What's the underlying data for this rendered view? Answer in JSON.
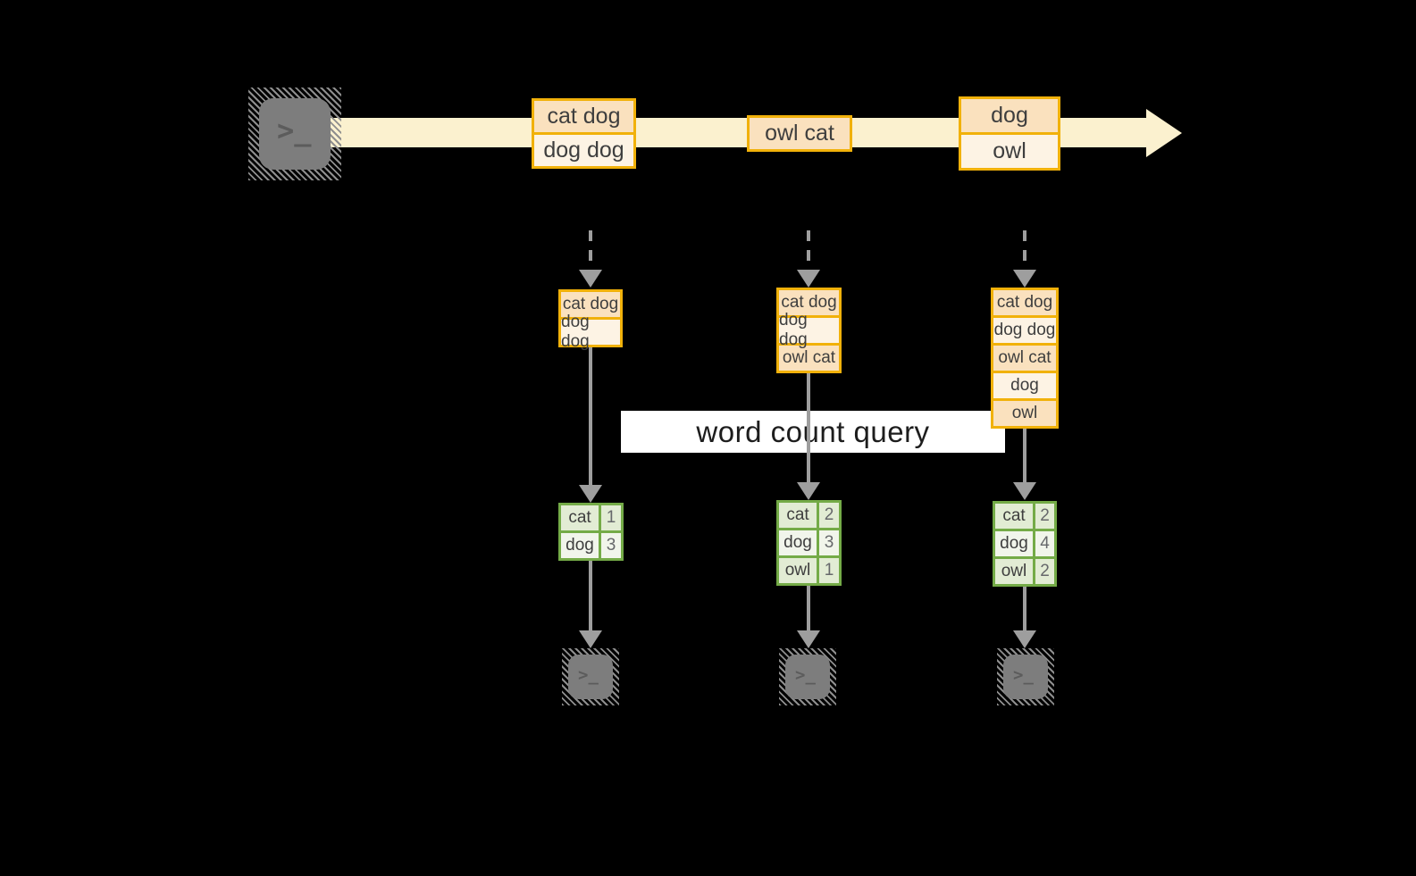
{
  "label": "word count query",
  "terminal": {
    "glyph": ">_"
  },
  "stream": {
    "batches": [
      {
        "items": [
          "cat dog",
          "dog dog"
        ]
      },
      {
        "items": [
          "owl cat"
        ]
      },
      {
        "items": [
          "dog",
          "owl"
        ]
      }
    ]
  },
  "states": [
    {
      "items": [
        "cat dog",
        "dog dog"
      ]
    },
    {
      "items": [
        "cat dog",
        "dog dog",
        "owl cat"
      ]
    },
    {
      "items": [
        "cat dog",
        "dog dog",
        "owl cat",
        "dog",
        "owl"
      ]
    }
  ],
  "results": [
    {
      "rows": [
        [
          "cat",
          "1"
        ],
        [
          "dog",
          "3"
        ]
      ]
    },
    {
      "rows": [
        [
          "cat",
          "2"
        ],
        [
          "dog",
          "3"
        ],
        [
          "owl",
          "1"
        ]
      ]
    },
    {
      "rows": [
        [
          "cat",
          "2"
        ],
        [
          "dog",
          "4"
        ],
        [
          "owl",
          "2"
        ]
      ]
    }
  ],
  "colors": {
    "amber-border": "#F1B10A",
    "cell-peach": "#FAE1BE",
    "cell-cream": "#FDF3E4",
    "stream-band": "#FBF1CF",
    "green-border": "#74AB47",
    "green-dark": "#E2ECD4",
    "green-light": "#F1F5EB",
    "arrow-gray": "#9E9E9E",
    "terminal-gray": "#7D7D7D",
    "text-dark": "#3E3E3E",
    "background": "#000000"
  }
}
